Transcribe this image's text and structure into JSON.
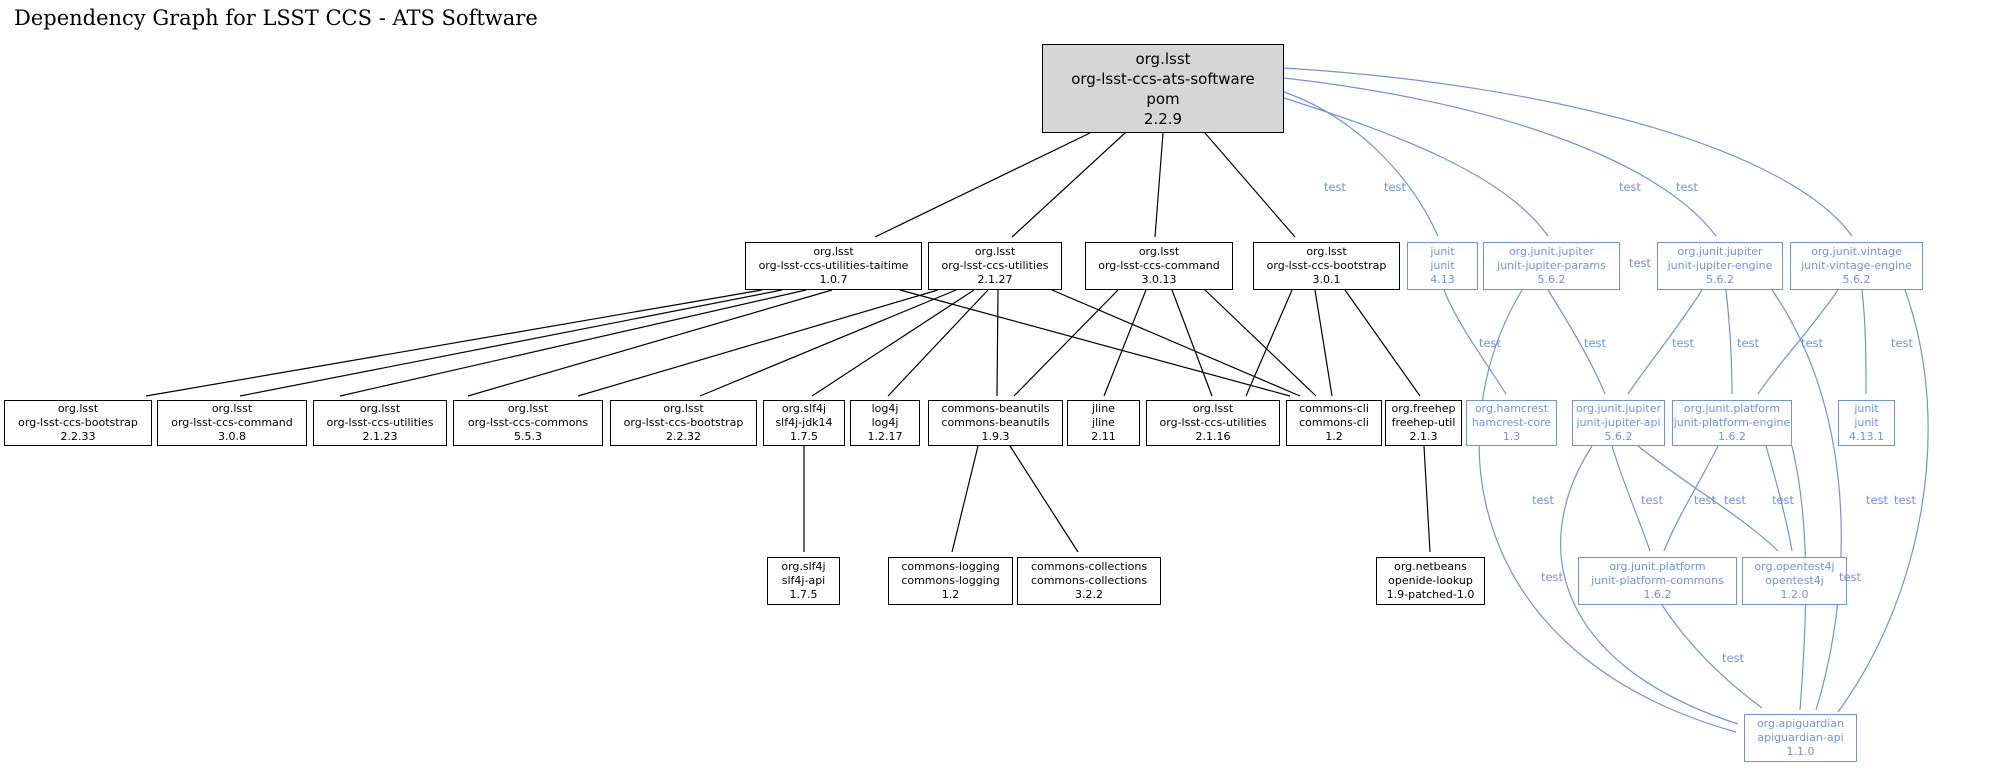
{
  "title": "Dependency Graph for LSST CCS - ATS Software",
  "colors": {
    "background": "#ffffff",
    "node_border": "#000000",
    "root_fill": "#d6d6d6",
    "test_accent": "#6e93e3"
  },
  "edges": {
    "test_label": "test"
  },
  "nodes": {
    "root": {
      "group": "org.lsst",
      "artifact": "org-lsst-ccs-ats-software",
      "packaging": "pom",
      "version": "2.2.9"
    },
    "utilities_taitime": {
      "group": "org.lsst",
      "artifact": "org-lsst-ccs-utilities-taitime",
      "version": "1.0.7"
    },
    "utilities_2_1_27": {
      "group": "org.lsst",
      "artifact": "org-lsst-ccs-utilities",
      "version": "2.1.27"
    },
    "command_3_0_13": {
      "group": "org.lsst",
      "artifact": "org-lsst-ccs-command",
      "version": "3.0.13"
    },
    "bootstrap_3_0_1": {
      "group": "org.lsst",
      "artifact": "org-lsst-ccs-bootstrap",
      "version": "3.0.1"
    },
    "junit_4_13": {
      "group": "junit",
      "artifact": "junit",
      "version": "4.13"
    },
    "jupiter_params": {
      "group": "org.junit.jupiter",
      "artifact": "junit-jupiter-params",
      "version": "5.6.2"
    },
    "jupiter_engine": {
      "group": "org.junit.jupiter",
      "artifact": "junit-jupiter-engine",
      "version": "5.6.2"
    },
    "vintage_engine": {
      "group": "org.junit.vintage",
      "artifact": "junit-vintage-engine",
      "version": "5.6.2"
    },
    "bootstrap_2_2_33": {
      "group": "org.lsst",
      "artifact": "org-lsst-ccs-bootstrap",
      "version": "2.2.33"
    },
    "command_3_0_8": {
      "group": "org.lsst",
      "artifact": "org-lsst-ccs-command",
      "version": "3.0.8"
    },
    "utilities_2_1_23": {
      "group": "org.lsst",
      "artifact": "org-lsst-ccs-utilities",
      "version": "2.1.23"
    },
    "commons_5_5_3": {
      "group": "org.lsst",
      "artifact": "org-lsst-ccs-commons",
      "version": "5.5.3"
    },
    "bootstrap_2_2_32": {
      "group": "org.lsst",
      "artifact": "org-lsst-ccs-bootstrap",
      "version": "2.2.32"
    },
    "slf4j_jdk14": {
      "group": "org.slf4j",
      "artifact": "slf4j-jdk14",
      "version": "1.7.5"
    },
    "log4j": {
      "group": "log4j",
      "artifact": "log4j",
      "version": "1.2.17"
    },
    "commons_beanutils": {
      "group": "commons-beanutils",
      "artifact": "commons-beanutils",
      "version": "1.9.3"
    },
    "jline": {
      "group": "jline",
      "artifact": "jline",
      "version": "2.11"
    },
    "utilities_2_1_16": {
      "group": "org.lsst",
      "artifact": "org-lsst-ccs-utilities",
      "version": "2.1.16"
    },
    "commons_cli": {
      "group": "commons-cli",
      "artifact": "commons-cli",
      "version": "1.2"
    },
    "freehep_util": {
      "group": "org.freehep",
      "artifact": "freehep-util",
      "version": "2.1.3"
    },
    "hamcrest_core": {
      "group": "org.hamcrest",
      "artifact": "hamcrest-core",
      "version": "1.3"
    },
    "jupiter_api": {
      "group": "org.junit.jupiter",
      "artifact": "junit-jupiter-api",
      "version": "5.6.2"
    },
    "platform_engine": {
      "group": "org.junit.platform",
      "artifact": "junit-platform-engine",
      "version": "1.6.2"
    },
    "junit_4_13_1": {
      "group": "junit",
      "artifact": "junit",
      "version": "4.13.1"
    },
    "slf4j_api": {
      "group": "org.slf4j",
      "artifact": "slf4j-api",
      "version": "1.7.5"
    },
    "commons_logging": {
      "group": "commons-logging",
      "artifact": "commons-logging",
      "version": "1.2"
    },
    "commons_collections": {
      "group": "commons-collections",
      "artifact": "commons-collections",
      "version": "3.2.2"
    },
    "openide_lookup": {
      "group": "org.netbeans",
      "artifact": "openide-lookup",
      "version": "1.9-patched-1.0"
    },
    "platform_commons": {
      "group": "org.junit.platform",
      "artifact": "junit-platform-commons",
      "version": "1.6.2"
    },
    "opentest4j": {
      "group": "org.opentest4j",
      "artifact": "opentest4j",
      "version": "1.2.0"
    },
    "apiguardian_api": {
      "group": "org.apiguardian",
      "artifact": "apiguardian-api",
      "version": "1.1.0"
    }
  },
  "dependencies": [
    {
      "from": "root",
      "to": "utilities_taitime",
      "scope": "compile"
    },
    {
      "from": "root",
      "to": "utilities_2_1_27",
      "scope": "compile"
    },
    {
      "from": "root",
      "to": "command_3_0_13",
      "scope": "compile"
    },
    {
      "from": "root",
      "to": "bootstrap_3_0_1",
      "scope": "compile"
    },
    {
      "from": "root",
      "to": "junit_4_13",
      "scope": "test"
    },
    {
      "from": "root",
      "to": "jupiter_params",
      "scope": "test"
    },
    {
      "from": "root",
      "to": "jupiter_engine",
      "scope": "test"
    },
    {
      "from": "root",
      "to": "vintage_engine",
      "scope": "test"
    },
    {
      "from": "utilities_taitime",
      "to": "bootstrap_2_2_33",
      "scope": "compile"
    },
    {
      "from": "utilities_taitime",
      "to": "command_3_0_8",
      "scope": "compile"
    },
    {
      "from": "utilities_taitime",
      "to": "utilities_2_1_23",
      "scope": "compile"
    },
    {
      "from": "utilities_taitime",
      "to": "commons_5_5_3",
      "scope": "compile"
    },
    {
      "from": "utilities_taitime",
      "to": "commons_cli",
      "scope": "compile"
    },
    {
      "from": "utilities_2_1_27",
      "to": "commons_5_5_3",
      "scope": "compile"
    },
    {
      "from": "utilities_2_1_27",
      "to": "bootstrap_2_2_32",
      "scope": "compile"
    },
    {
      "from": "utilities_2_1_27",
      "to": "slf4j_jdk14",
      "scope": "compile"
    },
    {
      "from": "utilities_2_1_27",
      "to": "log4j",
      "scope": "compile"
    },
    {
      "from": "utilities_2_1_27",
      "to": "commons_beanutils",
      "scope": "compile"
    },
    {
      "from": "utilities_2_1_27",
      "to": "commons_cli",
      "scope": "compile"
    },
    {
      "from": "command_3_0_13",
      "to": "commons_beanutils",
      "scope": "compile"
    },
    {
      "from": "command_3_0_13",
      "to": "jline",
      "scope": "compile"
    },
    {
      "from": "command_3_0_13",
      "to": "utilities_2_1_16",
      "scope": "compile"
    },
    {
      "from": "command_3_0_13",
      "to": "commons_cli",
      "scope": "compile"
    },
    {
      "from": "bootstrap_3_0_1",
      "to": "utilities_2_1_16",
      "scope": "compile"
    },
    {
      "from": "bootstrap_3_0_1",
      "to": "commons_cli",
      "scope": "compile"
    },
    {
      "from": "bootstrap_3_0_1",
      "to": "freehep_util",
      "scope": "compile"
    },
    {
      "from": "slf4j_jdk14",
      "to": "slf4j_api",
      "scope": "compile"
    },
    {
      "from": "commons_beanutils",
      "to": "commons_logging",
      "scope": "compile"
    },
    {
      "from": "commons_beanutils",
      "to": "commons_collections",
      "scope": "compile"
    },
    {
      "from": "freehep_util",
      "to": "openide_lookup",
      "scope": "compile"
    },
    {
      "from": "junit_4_13",
      "to": "hamcrest_core",
      "scope": "test"
    },
    {
      "from": "jupiter_params",
      "to": "jupiter_api",
      "scope": "test"
    },
    {
      "from": "jupiter_params",
      "to": "apiguardian_api",
      "scope": "test"
    },
    {
      "from": "jupiter_engine",
      "to": "jupiter_api",
      "scope": "test"
    },
    {
      "from": "jupiter_engine",
      "to": "platform_engine",
      "scope": "test"
    },
    {
      "from": "jupiter_engine",
      "to": "apiguardian_api",
      "scope": "test"
    },
    {
      "from": "vintage_engine",
      "to": "platform_engine",
      "scope": "test"
    },
    {
      "from": "vintage_engine",
      "to": "junit_4_13_1",
      "scope": "test"
    },
    {
      "from": "vintage_engine",
      "to": "apiguardian_api",
      "scope": "test"
    },
    {
      "from": "jupiter_api",
      "to": "platform_commons",
      "scope": "test"
    },
    {
      "from": "jupiter_api",
      "to": "opentest4j",
      "scope": "test"
    },
    {
      "from": "jupiter_api",
      "to": "apiguardian_api",
      "scope": "test"
    },
    {
      "from": "platform_engine",
      "to": "platform_commons",
      "scope": "test"
    },
    {
      "from": "platform_engine",
      "to": "opentest4j",
      "scope": "test"
    },
    {
      "from": "platform_engine",
      "to": "apiguardian_api",
      "scope": "test"
    },
    {
      "from": "platform_commons",
      "to": "apiguardian_api",
      "scope": "test"
    }
  ]
}
